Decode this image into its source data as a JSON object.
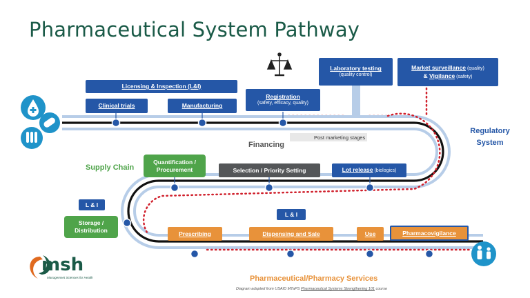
{
  "title": "Pharmaceutical System Pathway",
  "boxes": {
    "licensing": "Licensing & Inspection (L&I)",
    "clinical": "Clinical trials",
    "manufacturing": "Manufacturing",
    "registration": "Registration",
    "registration_sub": "(safety, efficacy, quality)",
    "lab": "Laboratory testing",
    "lab_sub": "(quality control)",
    "market_a": "Market surveillance",
    "market_a2": " (quality)",
    "market_b1": "& ",
    "market_b": "Vigilance",
    "market_b2": " (safety)",
    "quant": "Quantification / Procurement",
    "selection": "Selection / Priority Setting",
    "lot": "Lot release",
    "lot_sub": " (biologics)",
    "li_left": "L & I",
    "storage": "Storage / Distribution",
    "li_mid": "L & I",
    "prescribing": "Prescribing",
    "dispensing": "Dispensing and Sale",
    "use": "Use",
    "pv": "Pharmacovigilance"
  },
  "labels": {
    "financing": "Financing",
    "post_marketing": "Post marketing stages",
    "supply_chain": "Supply Chain",
    "regulatory_1": "Regulatory",
    "regulatory_2": "System",
    "pharma_services": "Pharmaceutical/Pharmacy Services"
  },
  "logo": {
    "name": "msh",
    "tagline": "Management Sciences for Health"
  },
  "footer": {
    "prefix": "Diagram adapted from USAID MTaPS ",
    "link": "Pharmaceutical Systems Strengthening 101",
    "suffix": " course"
  },
  "colors": {
    "blue": "#2557a7",
    "green": "#4fa44a",
    "gray": "#545658",
    "orange": "#e8923a",
    "road": "#b7cde8",
    "dots": "#d0202c",
    "icon_bg": "#1f93c9",
    "title": "#1a5a47"
  }
}
